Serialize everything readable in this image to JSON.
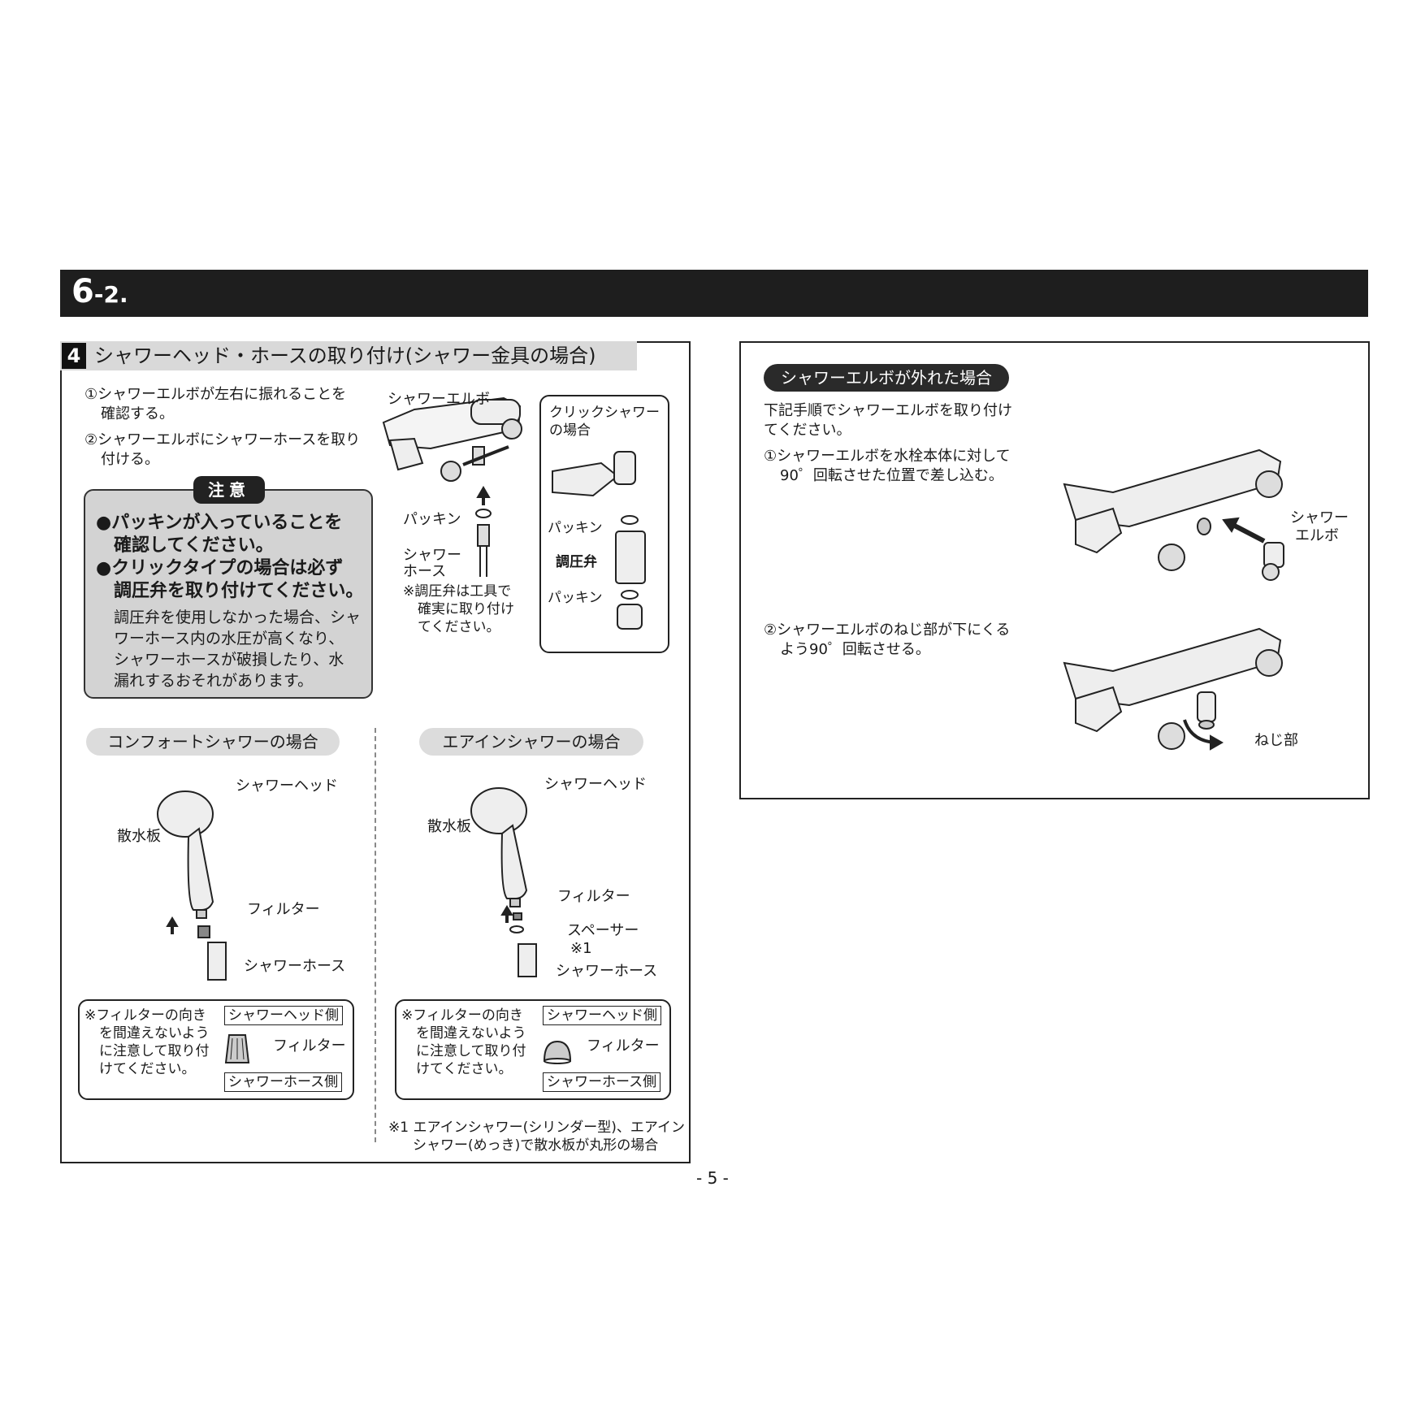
{
  "header": {
    "section_num": "6",
    "section_sub": "-2."
  },
  "left_panel": {
    "step_number": "4",
    "step_title": "シャワーヘッド・ホースの取り付け(シャワー金具の場合)",
    "instructions": [
      {
        "line1": "①シャワーエルボが左右に振れることを",
        "line2": "確認する。"
      },
      {
        "line1": "②シャワーエルボにシャワーホースを取り",
        "line2": "付ける。"
      }
    ],
    "caution": {
      "tag": "注意",
      "points": [
        {
          "line1": "●パッキンが入っていることを",
          "line2": "確認してください。"
        },
        {
          "line1": "●クリックタイプの場合は必ず",
          "line2": "調圧弁を取り付けてください。"
        }
      ],
      "body": [
        "調圧弁を使用しなかった場合、シャ",
        "ワーホース内の水圧が高くなり、",
        "シャワーホースが破損したり、水",
        "漏れするおそれがあります。"
      ]
    },
    "diagram_labels": {
      "shower_elbow": "シャワーエルボ",
      "packing": "パッキン",
      "shower_hose_l1": "シャワー",
      "shower_hose_l2": "ホース",
      "note_l1": "※調圧弁は工具で",
      "note_l2": "確実に取り付け",
      "note_l3": "てください。",
      "click_l1": "クリックシャワー",
      "click_l2": "の場合",
      "click_packing_top": "パッキン",
      "pressure_valve": "調圧弁",
      "click_packing_bottom": "パッキン"
    },
    "comfort": {
      "pill": "コンフォートシャワーの場合",
      "shower_head": "シャワーヘッド",
      "spray_plate": "散水板",
      "filter": "フィルター",
      "shower_hose": "シャワーホース",
      "note": [
        "※フィルターの向き",
        "を間違えないよう",
        "に注意して取り付",
        "けてください。"
      ],
      "head_side": "シャワーヘッド側",
      "filter_label": "フィルター",
      "hose_side": "シャワーホース側"
    },
    "air_in": {
      "pill": "エアインシャワーの場合",
      "shower_head": "シャワーヘッド",
      "spray_plate": "散水板",
      "filter": "フィルター",
      "spacer": "スペーサー",
      "spacer_note": "※1",
      "shower_hose": "シャワーホース",
      "note": [
        "※フィルターの向き",
        "を間違えないよう",
        "に注意して取り付",
        "けてください。"
      ],
      "head_side": "シャワーヘッド側",
      "filter_label": "フィルター",
      "hose_side": "シャワーホース側"
    },
    "footnote": [
      "※1 エアインシャワー(シリンダー型)、エアイン",
      "シャワー(めっき)で散水板が丸形の場合"
    ]
  },
  "right_panel": {
    "pill": "シャワーエルボが外れた場合",
    "intro": [
      "下記手順でシャワーエルボを取り付け",
      "てください。"
    ],
    "step1": [
      "①シャワーエルボを水栓本体に対して",
      "90゜回転させた位置で差し込む。"
    ],
    "step1_label": [
      "シャワー",
      "エルボ"
    ],
    "step2": [
      "②シャワーエルボのねじ部が下にくる",
      "よう90゜回転させる。"
    ],
    "step2_label": "ねじ部"
  },
  "page_number": "- 5 -"
}
